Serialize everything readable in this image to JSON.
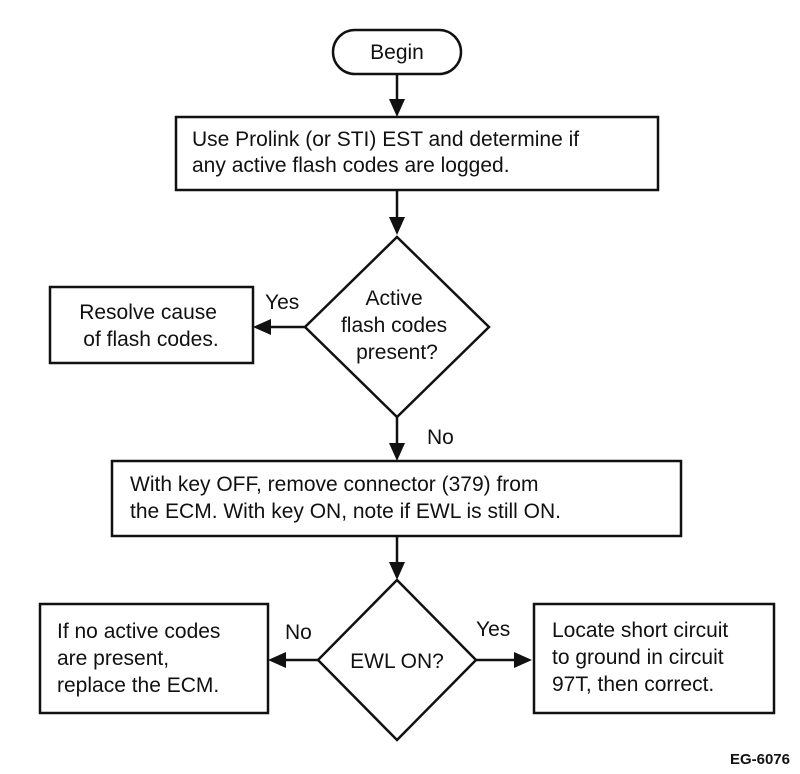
{
  "flowchart": {
    "begin": "Begin",
    "step1": [
      "Use Prolink (or STI) EST and determine if",
      "any active flash codes are logged."
    ],
    "decision1": [
      "Active",
      "flash codes",
      "present?"
    ],
    "decision1_yes": "Yes",
    "decision1_no": "No",
    "resolve": [
      "Resolve cause",
      "of flash codes."
    ],
    "step2": [
      "With key OFF, remove connector (379) from",
      "the ECM. With key ON, note if EWL is still ON."
    ],
    "decision2": "EWL ON?",
    "decision2_no": "No",
    "decision2_yes": "Yes",
    "replace": [
      "If no active codes",
      "are present,",
      "replace the ECM."
    ],
    "locate": [
      "Locate short circuit",
      "to ground in circuit",
      "97T, then correct."
    ],
    "figure_ref": "EG-6076"
  }
}
